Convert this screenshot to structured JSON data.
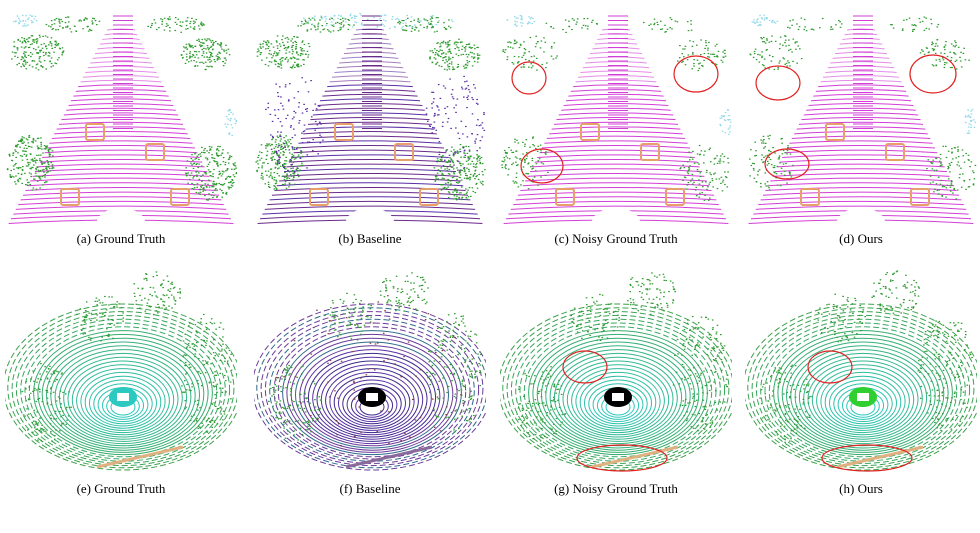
{
  "figure": {
    "panels": [
      {
        "id": "a",
        "caption": "(a) Ground Truth",
        "view": "bev-top",
        "palette": "ground-truth",
        "annotated": false
      },
      {
        "id": "b",
        "caption": "(b) Baseline",
        "view": "bev-top",
        "palette": "baseline",
        "annotated": false
      },
      {
        "id": "c",
        "caption": "(c) Noisy Ground Truth",
        "view": "bev-top",
        "palette": "noisy",
        "annotated": true
      },
      {
        "id": "d",
        "caption": "(d) Ours",
        "view": "bev-top",
        "palette": "ours",
        "annotated": true
      },
      {
        "id": "e",
        "caption": "(e) Ground Truth",
        "view": "bev-radial",
        "palette": "ground-truth",
        "annotated": false
      },
      {
        "id": "f",
        "caption": "(f) Baseline",
        "view": "bev-radial",
        "palette": "baseline",
        "annotated": false
      },
      {
        "id": "g",
        "caption": "(g) Noisy Ground Truth",
        "view": "bev-radial",
        "palette": "noisy",
        "annotated": true
      },
      {
        "id": "h",
        "caption": "(h) Ours",
        "view": "bev-radial",
        "palette": "ours",
        "annotated": true
      }
    ],
    "colors": {
      "road": "#d23fd6",
      "vegetation": "#2e9b2e",
      "car": "#e8a06a",
      "building": "#8fd8e8",
      "baseline_mix": "#5a2ea6",
      "ring_inner": "#2cc9c0",
      "ring_outer": "#3aa04a",
      "annotation": "#e02020"
    }
  }
}
